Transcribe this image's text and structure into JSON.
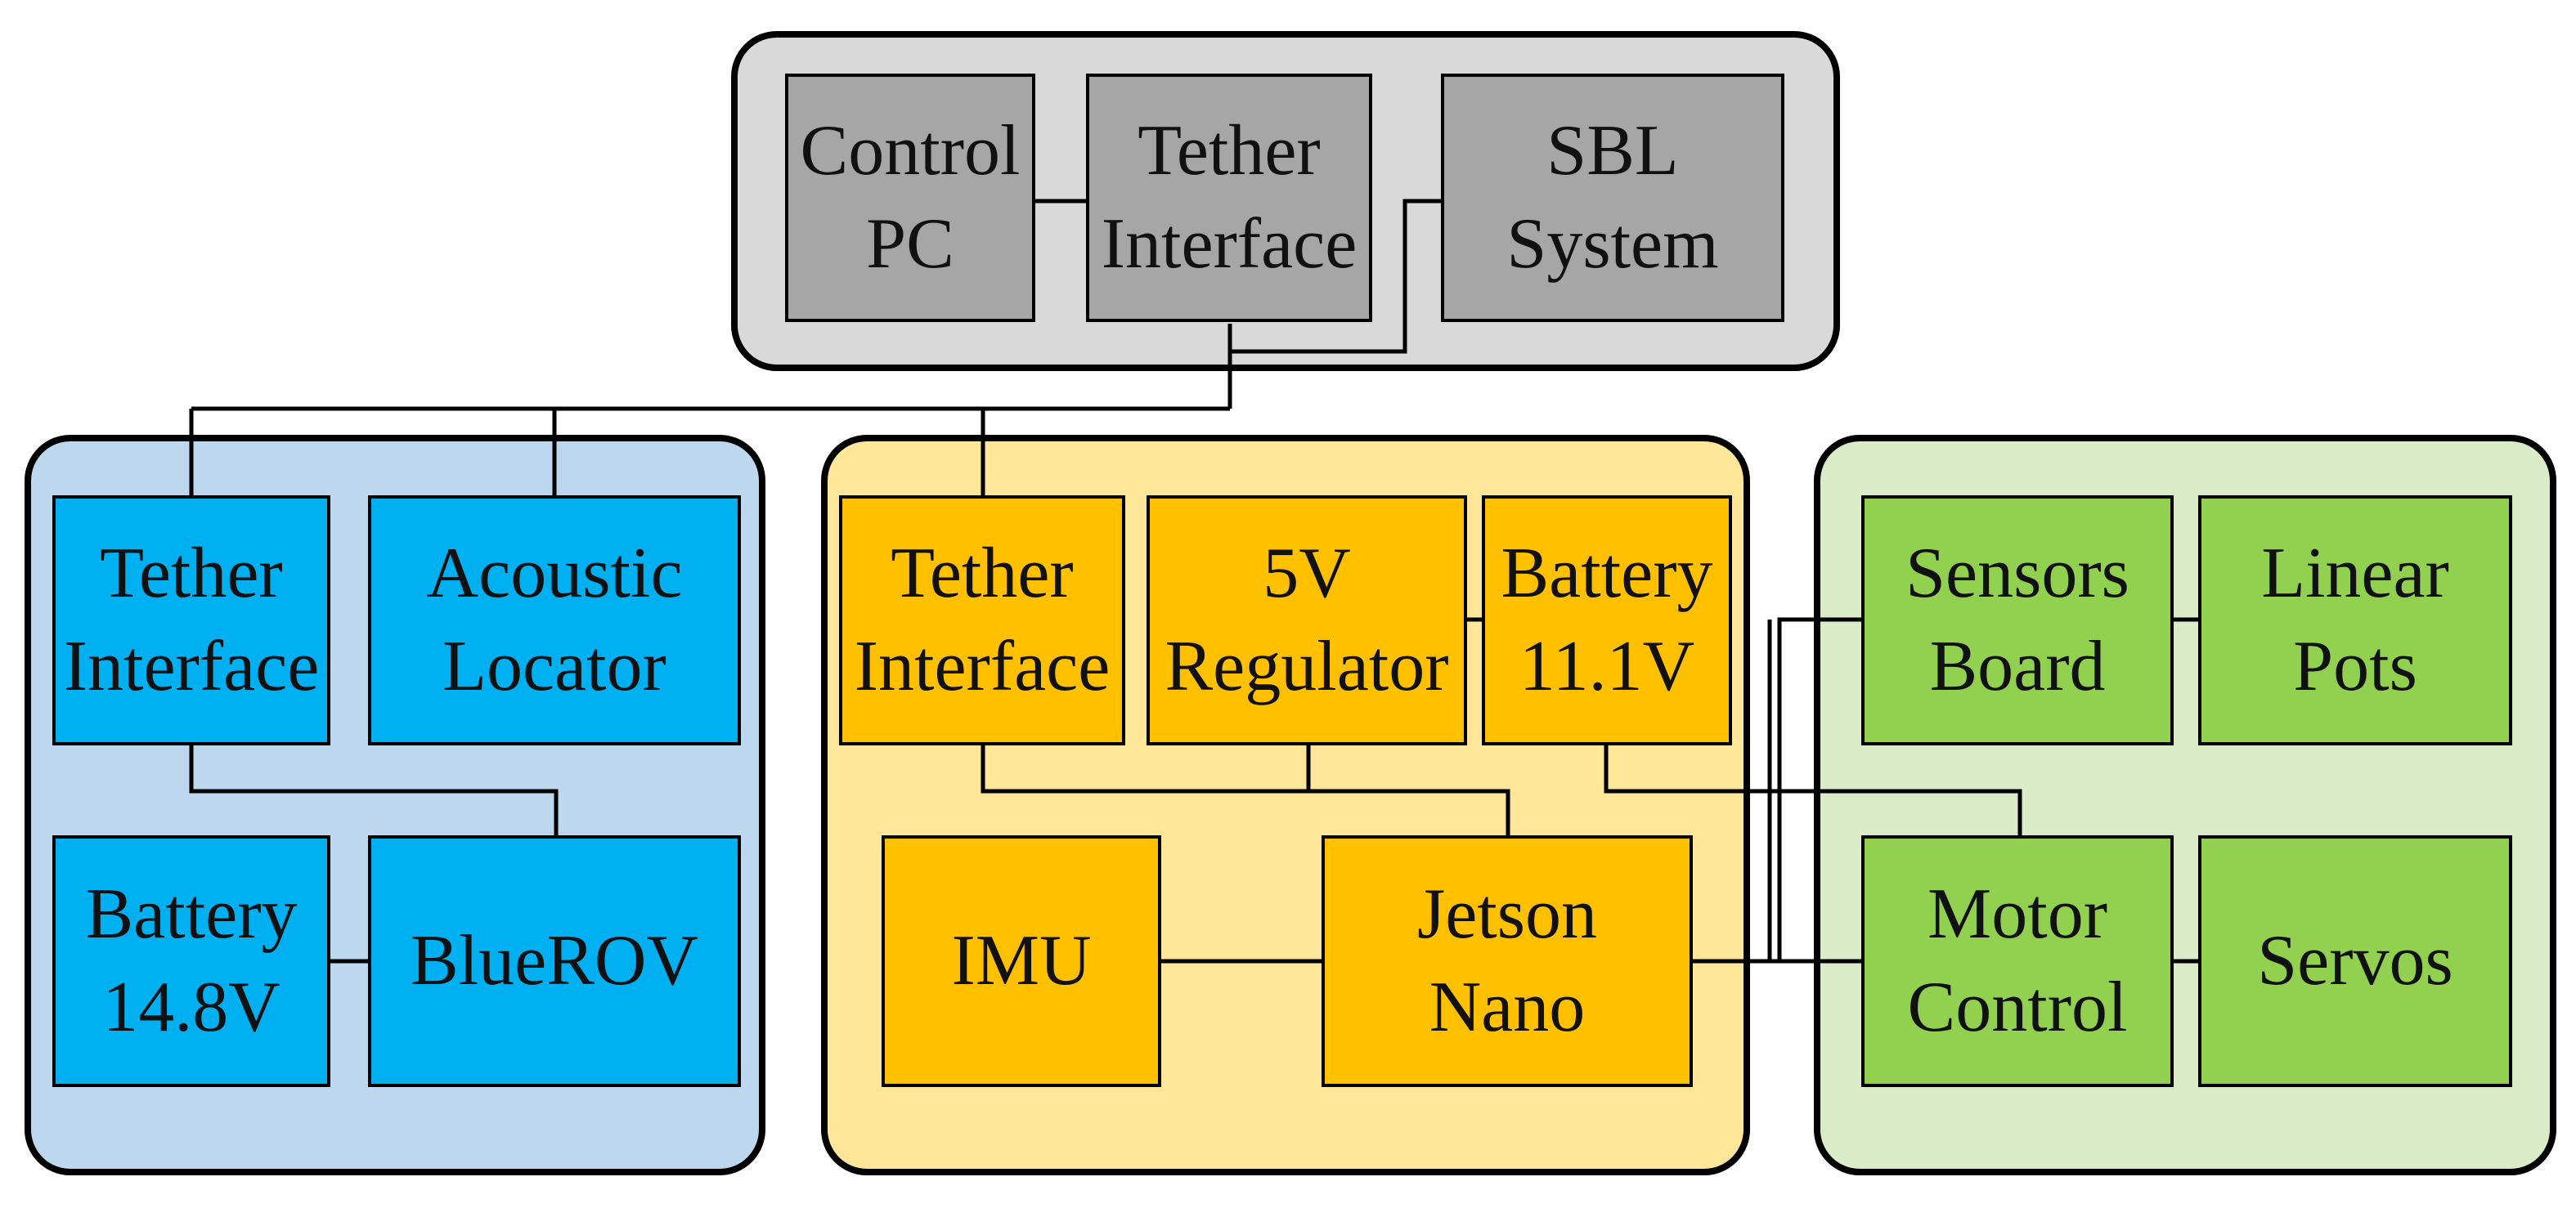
{
  "colors": {
    "surface_group": "#d9d9d9",
    "surface_block": "#a6a6a6",
    "bluerov_group": "#bdd7ee",
    "bluerov_block": "#00b0f0",
    "electronics_group": "#ffe699",
    "electronics_block": "#ffc000",
    "actuation_group": "#d9ecc7",
    "actuation_block": "#92d050"
  },
  "surface": {
    "control_pc": "Control\nPC",
    "tether_interface": "Tether\nInterface",
    "sbl_system": "SBL\nSystem"
  },
  "bluerov": {
    "tether_interface": "Tether\nInterface",
    "acoustic_locator": "Acoustic\nLocator",
    "battery": "Battery\n14.8V",
    "bluerov": "BlueROV"
  },
  "electronics": {
    "tether_interface": "Tether\nInterface",
    "regulator": "5V\nRegulator",
    "battery": "Battery\n11.1V",
    "imu": "IMU",
    "jetson": "Jetson\nNano"
  },
  "actuation": {
    "sensors_board": "Sensors\nBoard",
    "linear_pots": "Linear\nPots",
    "motor_control": "Motor\nControl",
    "servos": "Servos"
  }
}
